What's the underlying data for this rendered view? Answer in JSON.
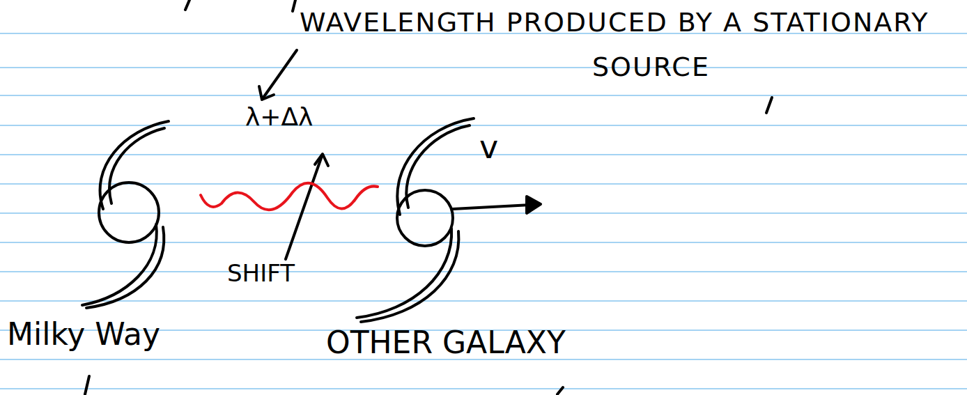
{
  "diagram": {
    "labels": [
      "WAVELENGTH PRODUCED BY A STATIONARY SOURCE",
      "λ+Δλ",
      "SHIFT",
      "v",
      "Milky Way",
      "OTHER GALAXY"
    ]
  }
}
